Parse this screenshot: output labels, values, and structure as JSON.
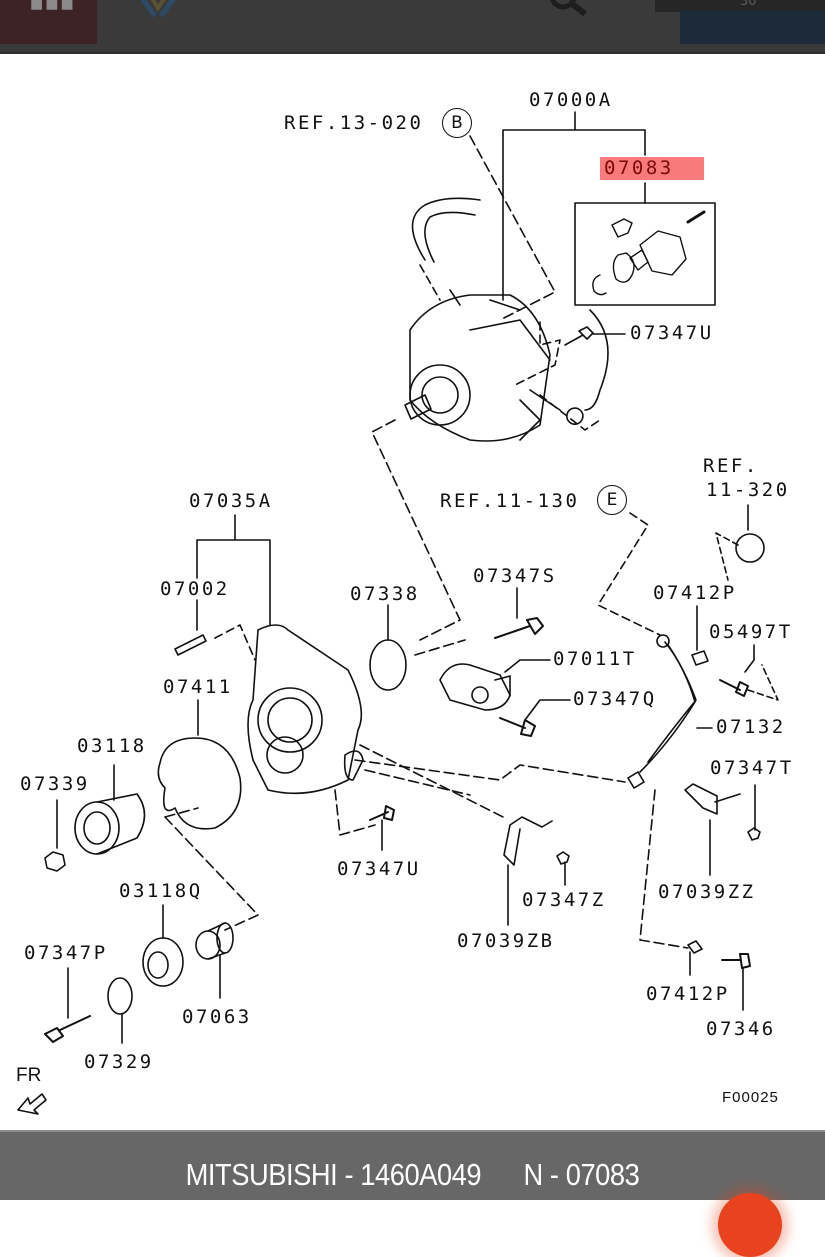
{
  "header": {
    "menu_icon": "menu-icon",
    "logo_icon": "brand-logo-icon",
    "search_icon": "search-icon",
    "cart_icon": "cart-icon",
    "cart_count": "30"
  },
  "diagram": {
    "figure_id": "F00025",
    "orientation_label": "FR",
    "orientation_icon": "front-arrow-icon",
    "highlight_color": "#f87a7a",
    "references": [
      {
        "text": "REF.13-020",
        "circle": "B"
      },
      {
        "text": "REF.11-130",
        "circle": "E"
      },
      {
        "line1": "REF.",
        "line2": "11-320"
      }
    ],
    "parts": {
      "p07000A": "07000A",
      "p07083": "07083",
      "p07347U_top": "07347U",
      "p07035A": "07035A",
      "p07002": "07002",
      "p07338": "07338",
      "p07347S": "07347S",
      "p07412P_top": "07412P",
      "p05497T": "05497T",
      "p07011T": "07011T",
      "p07347Q": "07347Q",
      "p07411": "07411",
      "p07132": "07132",
      "p03118": "03118",
      "p07339": "07339",
      "p07347T": "07347T",
      "p07347U_bottom": "07347U",
      "p07347Z": "07347Z",
      "p07039ZZ": "07039ZZ",
      "p03118Q": "03118Q",
      "p07039ZB": "07039ZB",
      "p07347P": "07347P",
      "p07063": "07063",
      "p07412P_bottom": "07412P",
      "p07346": "07346",
      "p07329": "07329"
    }
  },
  "caption": {
    "brand": "MITSUBISHI",
    "separator": "-",
    "part_number": "1460A049",
    "ref_prefix": "N",
    "ref_number": "07083"
  },
  "fab": {
    "icon": "chat-icon"
  }
}
